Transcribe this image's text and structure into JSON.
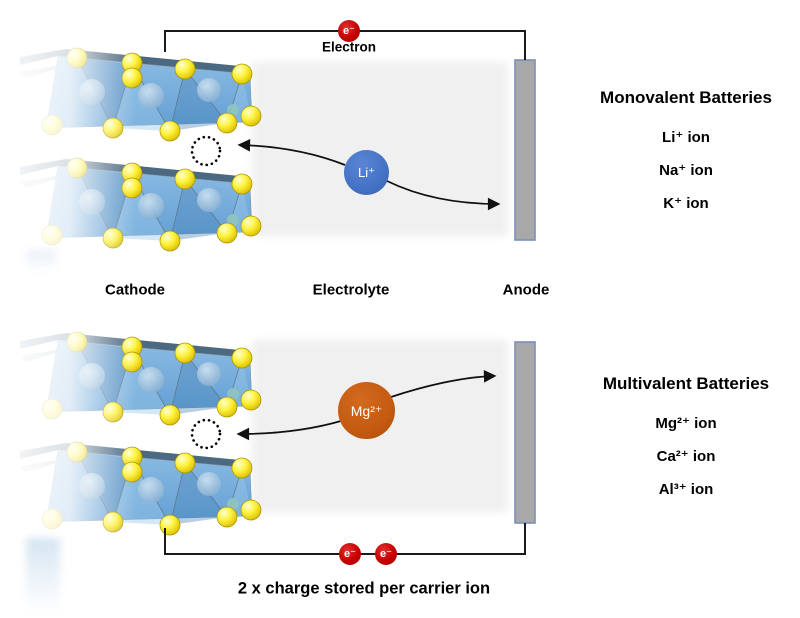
{
  "top_cell": {
    "electron_symbol": "e⁻",
    "electron_label": "Electron",
    "ion_label": "Li⁺"
  },
  "bottom_cell": {
    "ion_label": "Mg²⁺",
    "electrons": [
      "e⁻",
      "e⁻"
    ],
    "caption": "2 x charge stored per carrier ion"
  },
  "component_labels": {
    "cathode": "Cathode",
    "electrolyte": "Electrolyte",
    "anode": "Anode"
  },
  "legend_monovalent": {
    "title": "Monovalent Batteries",
    "ions": [
      "Li⁺ ion",
      "Na⁺ ion",
      "K⁺ ion"
    ]
  },
  "legend_multivalent": {
    "title": "Multivalent Batteries",
    "ions": [
      "Mg²⁺ ion",
      "Ca²⁺ ion",
      "Al³⁺ ion"
    ]
  },
  "colors": {
    "electron_red": "#C40000",
    "lithium_blue": "#4472C4",
    "magnesium_orange": "#C55A11",
    "anode_fill": "#A8A8A8",
    "anode_border": "#7A8FBA",
    "electrolyte_gray": "#F0F0F0",
    "crystal_blue": "#63A0D4",
    "atom_yellow": "#F5E11C"
  }
}
